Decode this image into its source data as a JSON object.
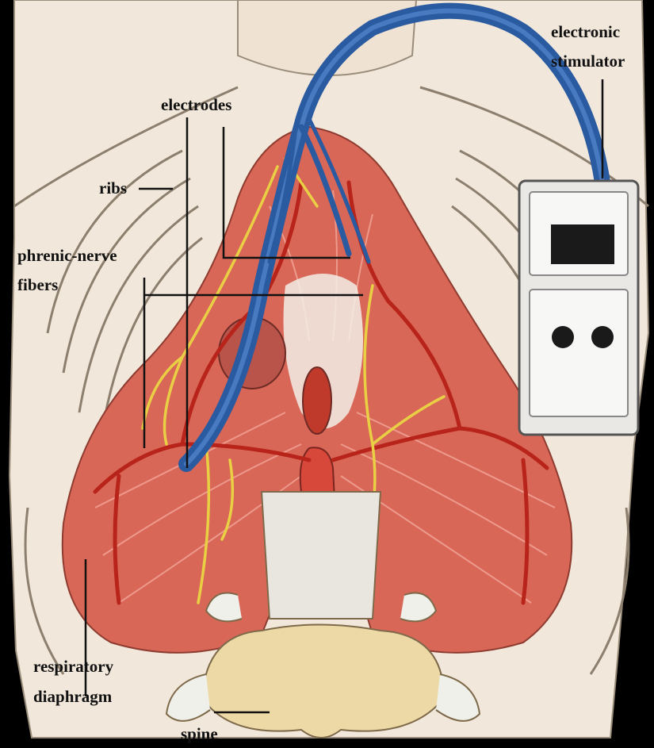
{
  "figure": {
    "labels": {
      "electronic": "electronic",
      "stimulator": "stimulator",
      "electrodes": "electrodes",
      "ribs": "ribs",
      "phrenic_nerve": "phrenic-nerve",
      "fibers": "fibers",
      "respiratory": "respiratory",
      "diaphragm": "diaphragm",
      "spine": "spine"
    },
    "colors": {
      "background": "#000000",
      "skin": "#efe4d6",
      "muscle": "#d9695a",
      "artery": "#c0281e",
      "nerve": "#e8cf4a",
      "cable": "#2c5fa6",
      "bone": "#ead8a8",
      "device": "#ecebe8"
    }
  }
}
